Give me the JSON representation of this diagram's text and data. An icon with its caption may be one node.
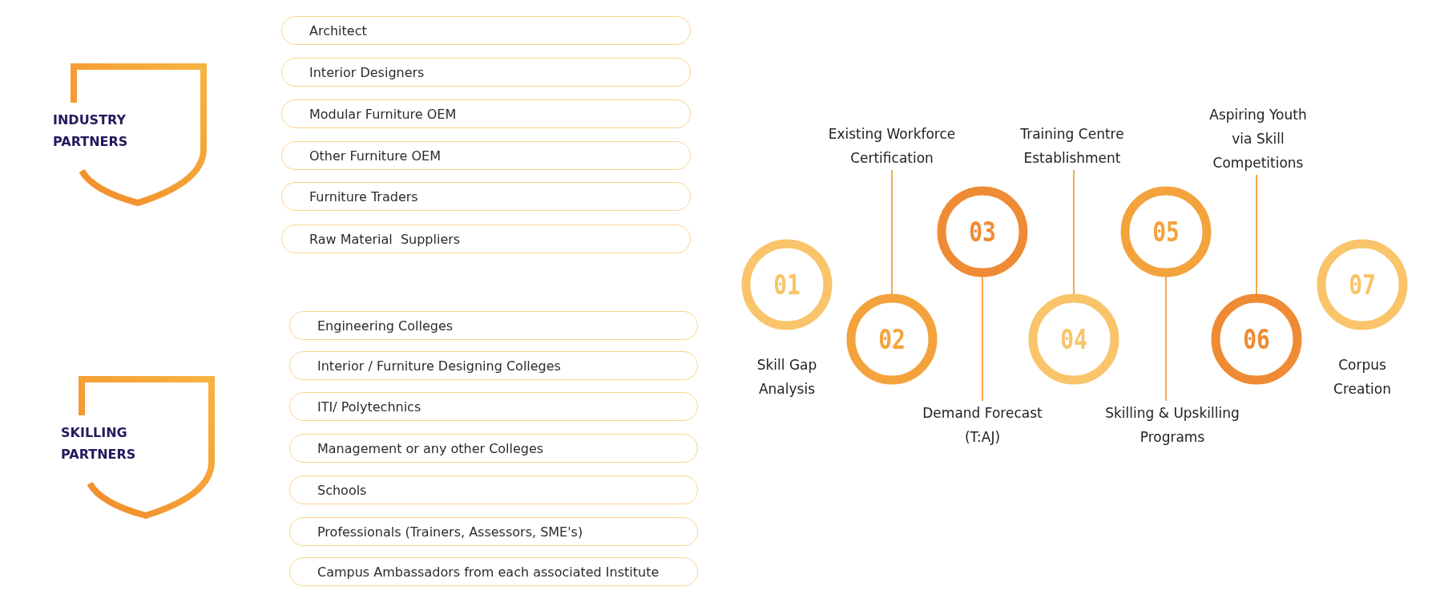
{
  "diagram": {
    "nodes": [
      {
        "text": [
          "INDUSTRY PARTNERS"
        ]
      },
      {
        "text": [
          "Architect"
        ]
      },
      {
        "text": [
          "Interior Designers"
        ]
      },
      {
        "text": [
          "Modular Furniture OEM"
        ]
      },
      {
        "text": [
          "Other Furniture OEM"
        ]
      },
      {
        "text": [
          "Furniture Traders"
        ]
      },
      {
        "text": [
          "Raw Material  Suppliers"
        ]
      },
      {
        "text": [
          "SKILLING PARTNERS"
        ]
      },
      {
        "text": [
          "Engineering Colleges"
        ]
      },
      {
        "text": [
          "Interior / Furniture Designing Colleges"
        ]
      },
      {
        "text": [
          "ITI/ Polytechnics"
        ]
      },
      {
        "text": [
          "Management or any other Colleges"
        ]
      },
      {
        "text": [
          "Schools"
        ]
      },
      {
        "text": [
          "Professionals (Trainers, Assessors, SME's)"
        ]
      },
      {
        "text": [
          "Campus Ambassadors from each associated Institute"
        ]
      },
      {
        "text": [
          "01"
        ]
      },
      {
        "text": [
          "Existing Workforce Certification"
        ]
      },
      {
        "text": [
          "02"
        ]
      },
      {
        "text": [
          "03"
        ]
      },
      {
        "text": [
          "Demand Forecast (T:AJ)"
        ]
      },
      {
        "text": [
          "Training Centre Establishment"
        ]
      },
      {
        "text": [
          "04"
        ]
      },
      {
        "text": [
          "05"
        ]
      },
      {
        "text": [
          "Skilling & Upskilling Programs"
        ]
      },
      {
        "text": [
          "Aspiring Youth via Skill Competitions"
        ]
      },
      {
        "text": [
          "06"
        ]
      },
      {
        "text": [
          "07"
        ]
      }
    ],
    "edges": [
      {
        "from": 16,
        "to": 17,
        "arrow": "none"
      },
      {
        "from": 18,
        "to": 19,
        "arrow": "none"
      },
      {
        "from": 20,
        "to": 21,
        "arrow": "none"
      },
      {
        "from": 22,
        "to": 23,
        "arrow": "none"
      },
      {
        "from": 24,
        "to": 25,
        "arrow": "none"
      }
    ],
    "labels": [
      "Skill Gap Analysis",
      "Corpus Creation"
    ]
  }
}
